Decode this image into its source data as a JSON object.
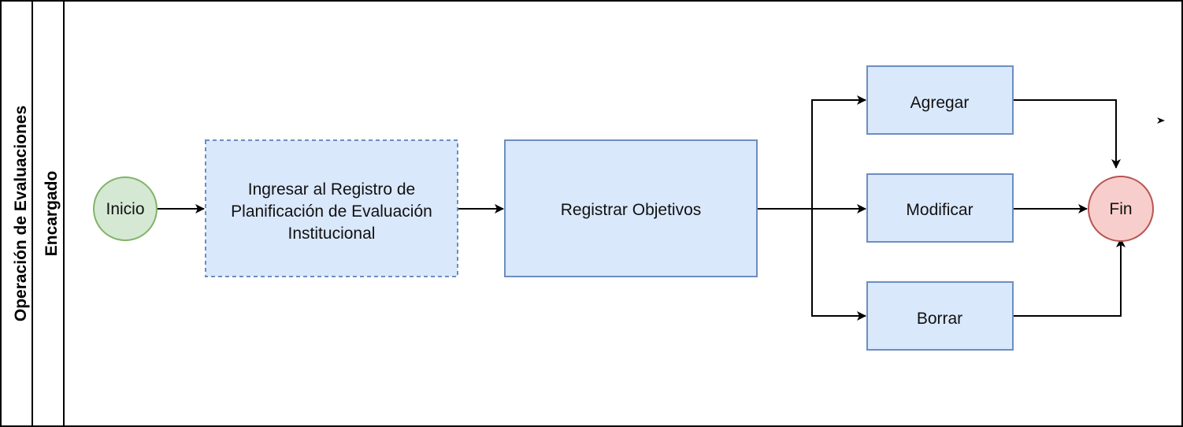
{
  "pool": {
    "label": "Operación de Evaluaciones"
  },
  "lane": {
    "label": "Encargado"
  },
  "nodes": {
    "start": {
      "label": "Inicio"
    },
    "ingresar": {
      "lines": [
        "Ingresar al Registro de",
        "Planificación de Evaluación",
        "Institucional"
      ]
    },
    "registrar": {
      "label": "Registrar Objetivos"
    },
    "agregar": {
      "label": "Agregar"
    },
    "modificar": {
      "label": "Modificar"
    },
    "borrar": {
      "label": "Borrar"
    },
    "end": {
      "label": "Fin"
    }
  },
  "colors": {
    "task_fill": "#dae8fc",
    "task_stroke": "#6c8ebf",
    "start_fill": "#d5e8d4",
    "start_stroke": "#82b366",
    "end_fill": "#f8cecc",
    "end_stroke": "#b85450",
    "line": "#000000"
  }
}
